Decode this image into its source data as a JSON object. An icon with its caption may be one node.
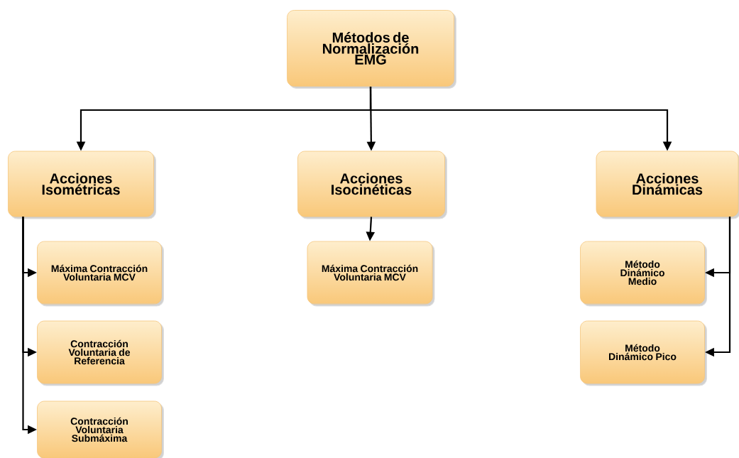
{
  "diagram": {
    "nodes": [
      {
        "text": [
          "Métodos de Normalización EMG"
        ]
      },
      {
        "text": [
          "Acciones Isométricas"
        ]
      },
      {
        "text": [
          "Acciones Isocinéticas"
        ]
      },
      {
        "text": [
          "Acciones Dinámicas"
        ]
      },
      {
        "text": [
          "Máxima Contracción Voluntaria MCV"
        ]
      },
      {
        "text": [
          "Contracción Voluntaria de Referencia"
        ]
      },
      {
        "text": [
          "Contracción Voluntaria Submáxima"
        ]
      },
      {
        "text": [
          "Máxima Contracción Voluntaria MCV"
        ]
      },
      {
        "text": [
          "Método Dinámico Medio"
        ]
      },
      {
        "text": [
          "Método Dinámico Pico"
        ]
      }
    ],
    "edges": [
      {
        "from": 0,
        "to": 1,
        "arrow": "to"
      },
      {
        "from": 0,
        "to": 2,
        "arrow": "to"
      },
      {
        "from": 0,
        "to": 3,
        "arrow": "to"
      },
      {
        "from": 1,
        "to": 4,
        "arrow": "to"
      },
      {
        "from": 1,
        "to": 5,
        "arrow": "to"
      },
      {
        "from": 1,
        "to": 6,
        "arrow": "to"
      },
      {
        "from": 2,
        "to": 7,
        "arrow": "to"
      },
      {
        "from": 3,
        "to": 8,
        "arrow": "to"
      },
      {
        "from": 3,
        "to": 9,
        "arrow": "to"
      }
    ]
  }
}
